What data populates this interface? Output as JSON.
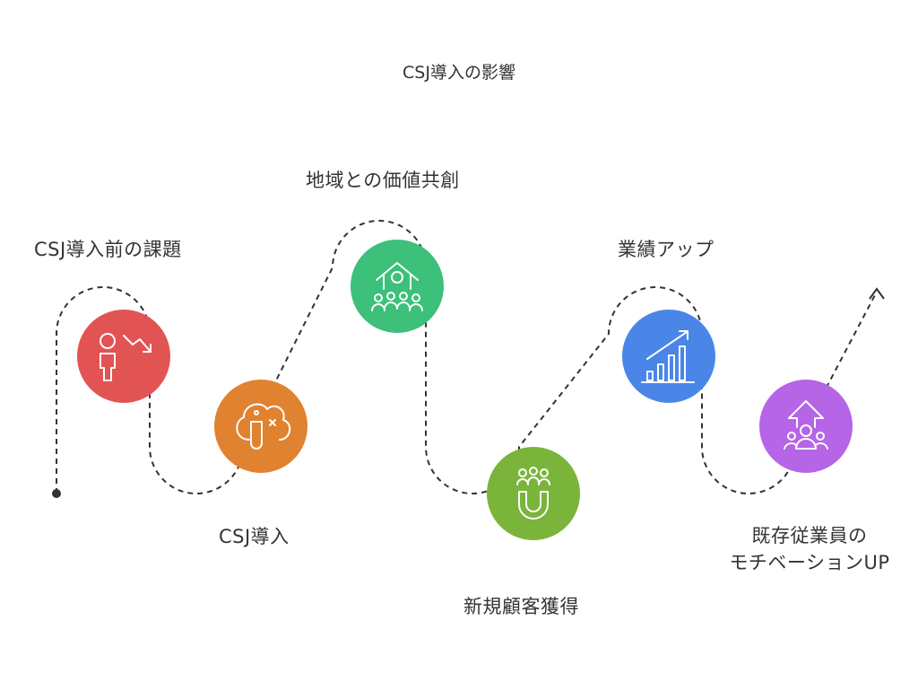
{
  "title": "CSJ導入の影響",
  "steps": [
    {
      "label": "CSJ導入前の課題",
      "color": "#e25454",
      "icon": "person-declining-chart-icon"
    },
    {
      "label": "CSJ導入",
      "color": "#e0822f",
      "icon": "test-tube-cloud-icon"
    },
    {
      "label": "地域との価値共創",
      "color": "#3cc07a",
      "icon": "community-gathering-icon"
    },
    {
      "label": "新規顧客獲得",
      "color": "#7ab43a",
      "icon": "magnet-people-icon"
    },
    {
      "label": "業績アップ",
      "color": "#4a86e8",
      "icon": "growth-bar-chart-icon"
    },
    {
      "label_line1": "既存従業員の",
      "label_line2": "モチベーションUP",
      "color": "#b565e6",
      "icon": "team-up-arrow-icon"
    }
  ]
}
